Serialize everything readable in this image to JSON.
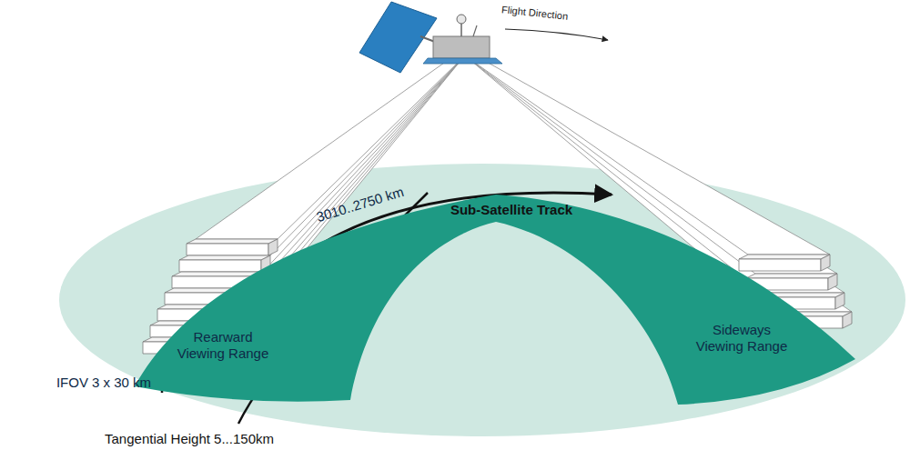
{
  "diagram": {
    "nodes": [
      {
        "text": [
          "Rearward Viewing Range"
        ]
      },
      {
        "text": [
          "Sideways Viewing Range"
        ]
      }
    ],
    "labels": [
      "Flight Direction",
      "3010..2750 km",
      "Sub-Satellite Track",
      "IFOV 3 x 30 km",
      "Tangential Height 5...150km"
    ]
  }
}
